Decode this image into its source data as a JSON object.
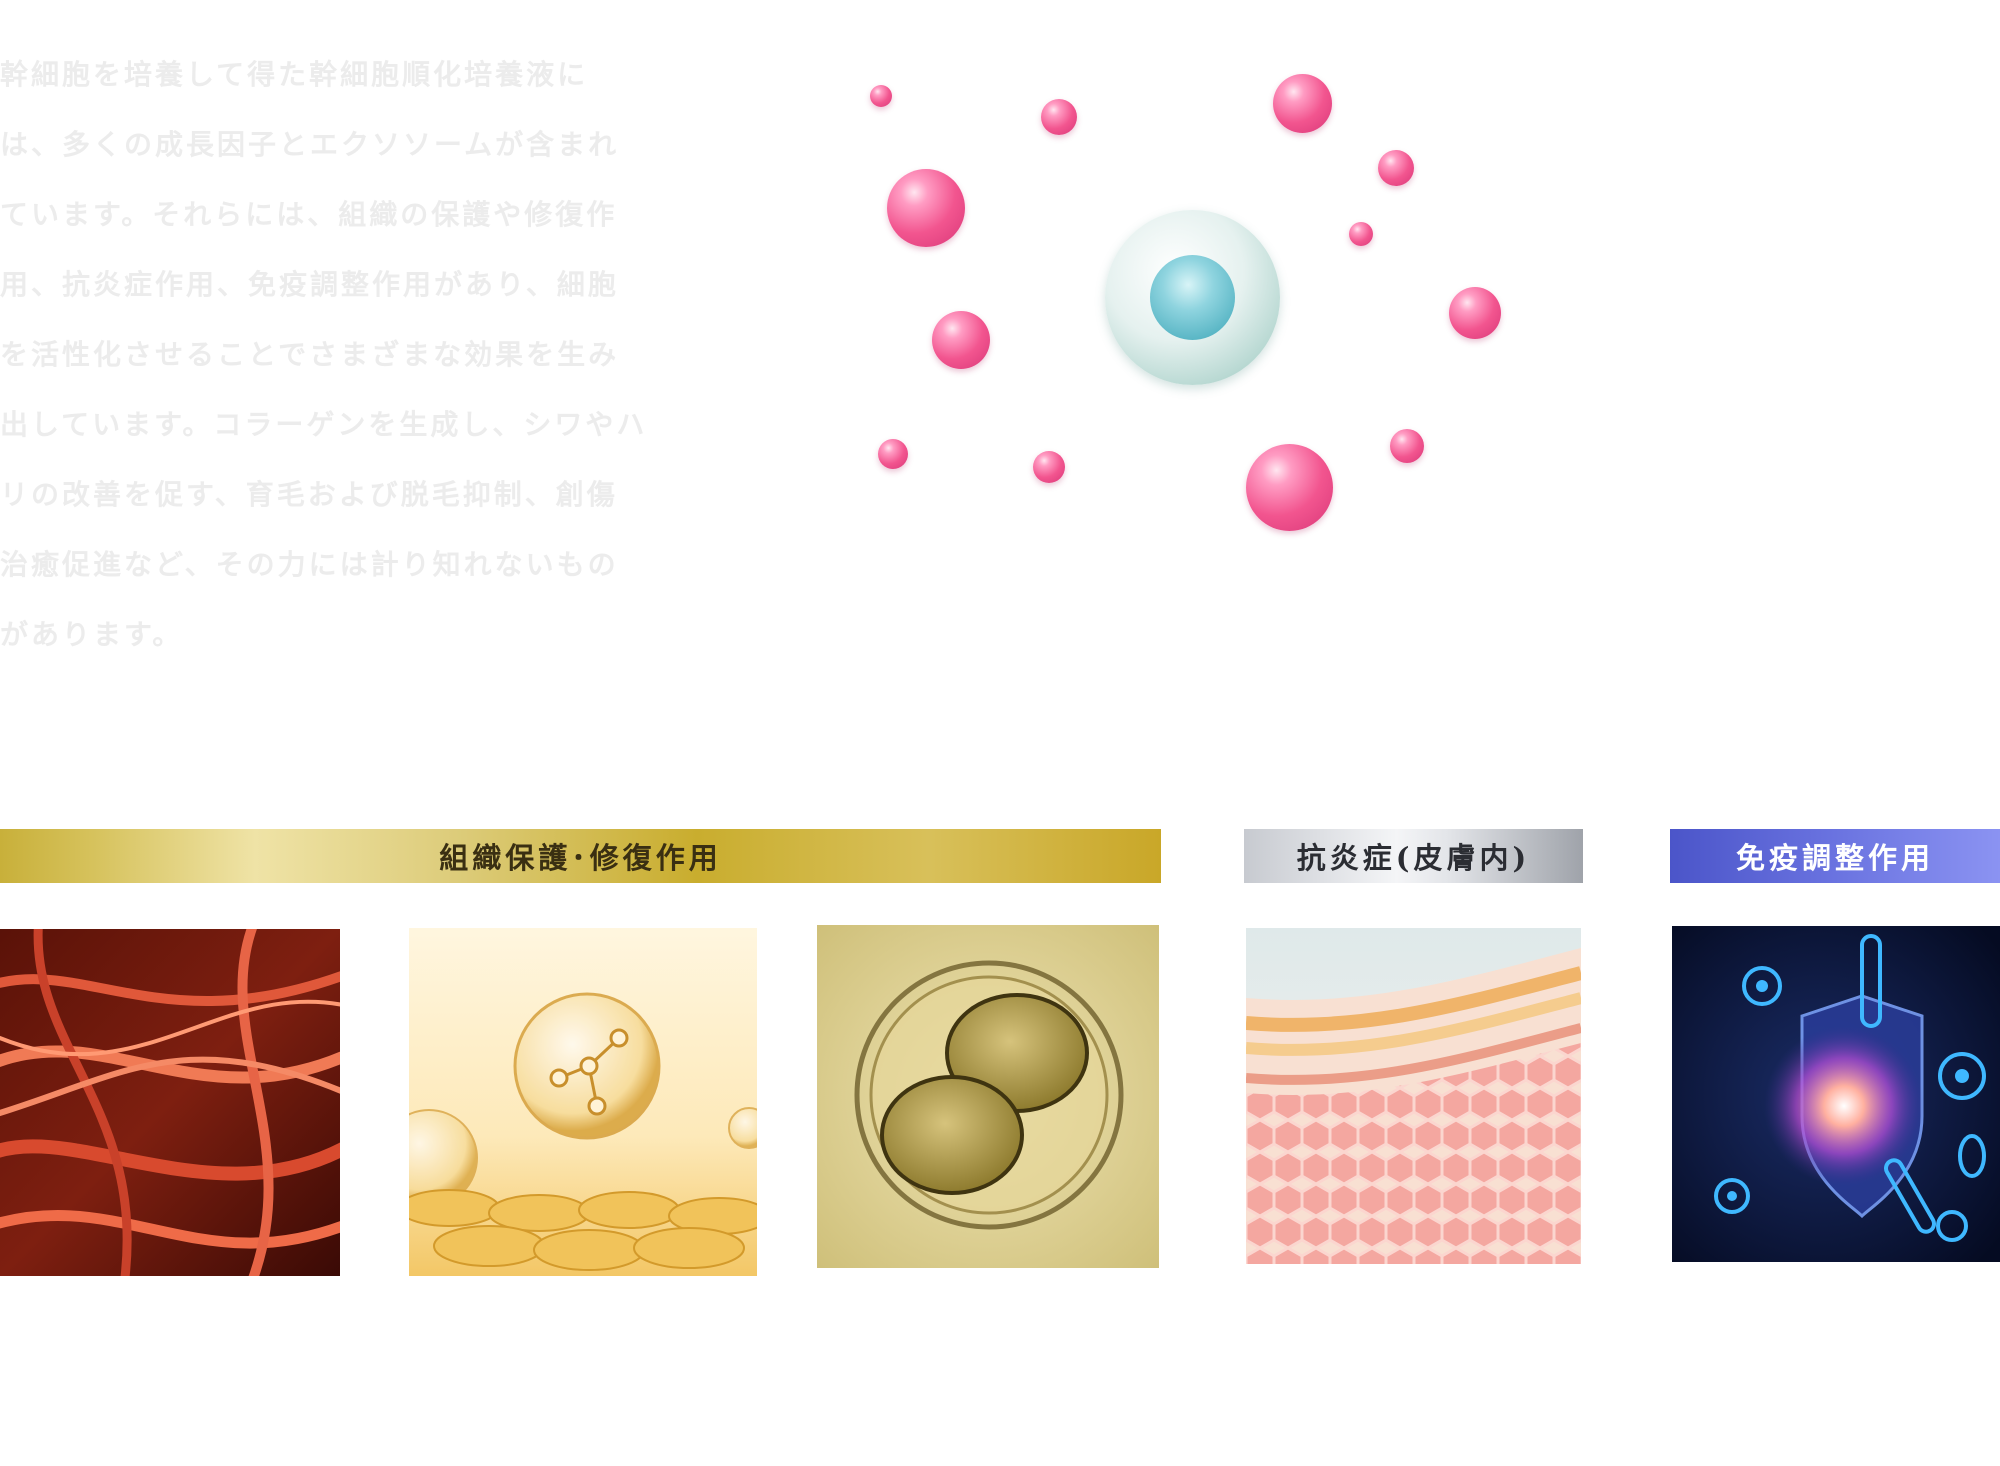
{
  "intro": {
    "lines": [
      "幹細胞を培養して得た幹細胞順化培養液に",
      "は、多くの成長因子とエクソソームが含まれ",
      "ています。それらには、組織の保護や修復作",
      "用、抗炎症作用、免疫調整作用があり、細胞",
      "を活性化させることでさまざまな効果を生み",
      "出しています。コラーゲンを生成し、シワやハ",
      "リの改善を促す、育毛および脱毛抑制、創傷",
      "治癒促進など、その力には計り知れないもの",
      "があります。"
    ]
  },
  "categories": {
    "tissue": "組織保護･修復作用",
    "anti_inflammatory": "抗炎症(皮膚内)",
    "immune": "免疫調整作用"
  },
  "colors": {
    "sphere_pink": "#f2558f",
    "cell_teal": "#5bb7c6",
    "gold": "#c9ad2e",
    "silver": "#c7cad0",
    "immune_blue": "#5a64d6"
  },
  "images": [
    {
      "name": "collagen-fiber-image"
    },
    {
      "name": "molecule-bubble-image"
    },
    {
      "name": "dividing-cell-image"
    },
    {
      "name": "skin-layer-image"
    },
    {
      "name": "immune-shield-image"
    }
  ]
}
